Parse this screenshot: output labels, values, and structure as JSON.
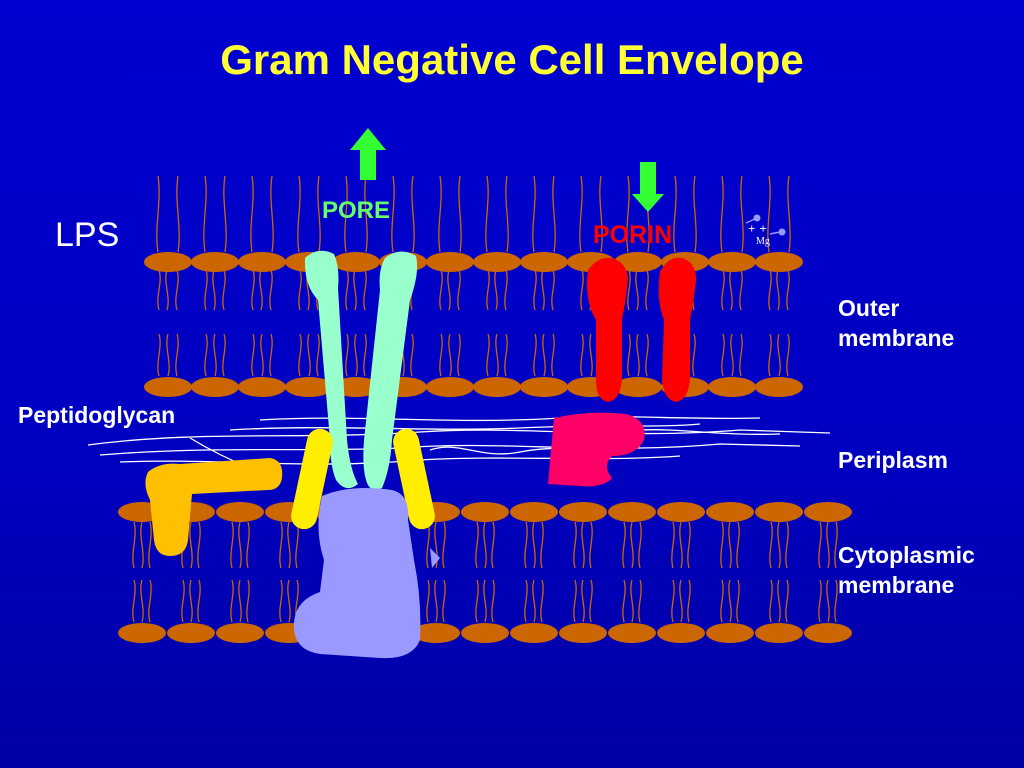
{
  "title": "Gram Negative Cell Envelope",
  "labels": {
    "lps": "LPS",
    "pore": "PORE",
    "porin": "PORIN",
    "peptidoglycan": "Peptidoglycan",
    "outer_membrane": "Outer membrane",
    "periplasm": "Periplasm",
    "cytoplasmic_membrane": "Cytoplasmic membrane",
    "mg_charge": "++",
    "mg": "Mg"
  },
  "colors": {
    "background": "#0000d0",
    "title": "#ffff33",
    "label_white": "#ffffff",
    "pore_label": "#66ff66",
    "porin_label": "#ff0000",
    "lipid_head": "#cc6600",
    "lipid_tail": "#cc6600",
    "pore_protein": "#99ffcc",
    "porin_protein": "#ff0000",
    "yellow_protein": "#ffee00",
    "gold_protein": "#ffc000",
    "pink_protein": "#ff0066",
    "lilac_protein": "#9999ff",
    "arrow": "#33ff33",
    "peptidoglycan_strands": "#ffffff"
  }
}
